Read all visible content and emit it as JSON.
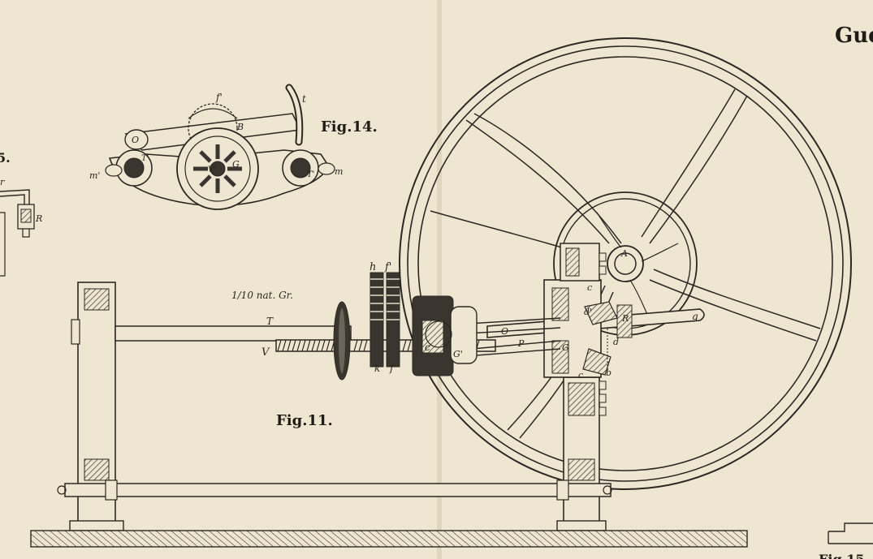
{
  "plate": {
    "header_fragment": "Gue",
    "footer_fragment": "Fig.15"
  },
  "fig11": {
    "caption": "Fig.11.",
    "scale": "1/10 nat. Gr.",
    "labels": {
      "T": "T",
      "V": "V",
      "h": "h",
      "f1": "f'",
      "k": "k",
      "f": "f",
      "c_left": "c",
      "G1": "G'",
      "O": "O",
      "P": "P",
      "G": "G",
      "A": "A",
      "c_top": "c",
      "d1": "d'",
      "R": "R",
      "g": "g",
      "d": "d",
      "b": "b",
      "c_bottom": "c"
    }
  },
  "fig14": {
    "caption": "Fig.14.",
    "labels": {
      "f1": "f'",
      "t": "t",
      "B": "B",
      "O": "O",
      "T1_left": "T'",
      "V1": "V'",
      "G": "G",
      "T1_right": "T'",
      "m_left": "m'",
      "m_right": "m"
    }
  },
  "fig_edge": {
    "caption_fragment": "5.",
    "labels": {
      "r": "r",
      "R": "R"
    }
  }
}
